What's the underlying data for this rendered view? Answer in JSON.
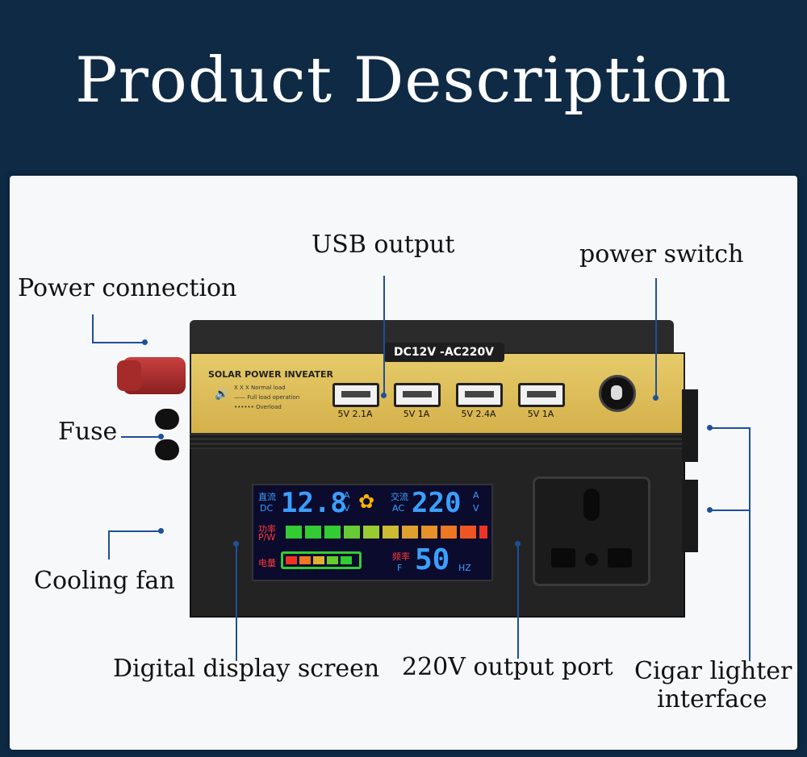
{
  "title": "Product Description",
  "labels": {
    "usb_output": "USB output",
    "power_switch": "power switch",
    "power_connection": "Power connection",
    "fuse": "Fuse",
    "cooling_fan": "Cooling fan",
    "digital_display": "Digital display screen",
    "output_220v": "220V output port",
    "cigar_lighter_1": "Cigar lighter",
    "cigar_lighter_2": "interface"
  },
  "device": {
    "spec_band": "DC12V -AC220V",
    "brand": "SOLAR POWER INVEATER",
    "legend": [
      "X X X  Normal load",
      "—— Full load operation",
      "•••••• Overload"
    ],
    "usb_ports": [
      "5V 2.1A",
      "5V 1A",
      "5V 2.4A",
      "5V 1A"
    ],
    "display": {
      "dc_cn": "直流",
      "dc": "DC",
      "dc_value": "12.8",
      "dc_unit_a": "A",
      "dc_unit_v": "V",
      "ac_cn": "交流",
      "ac": "AC",
      "ac_value": "220",
      "ac_unit_a": "A",
      "ac_unit_v": "V",
      "power_cn": "功率",
      "power": "P/W",
      "battery_cn": "电量",
      "freq_cn": "频率",
      "freq": "F",
      "freq_value": "50",
      "freq_unit": "HZ"
    }
  },
  "colors": {
    "background": "#0f2a45",
    "callout_line": "#1f4f9a",
    "panel_gold": "#d4b04a"
  }
}
